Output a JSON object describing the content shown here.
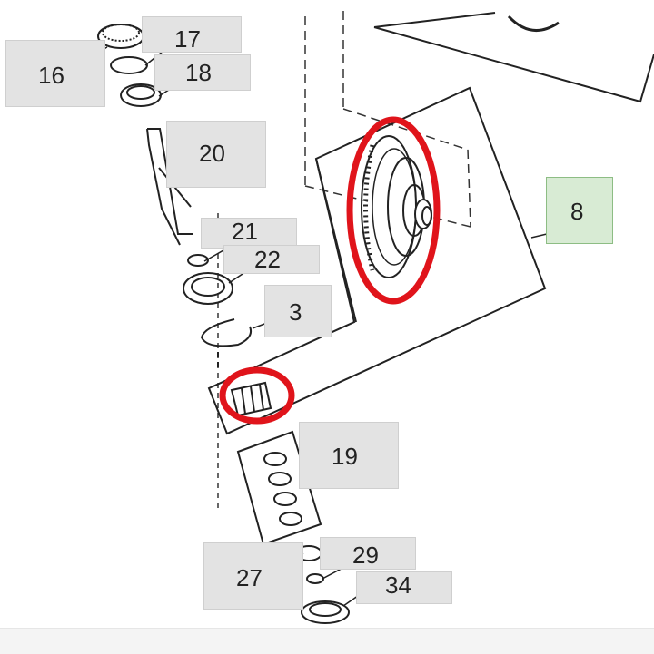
{
  "diagram": {
    "callouts": [
      {
        "id": "16",
        "text": "16"
      },
      {
        "id": "17",
        "text": "17"
      },
      {
        "id": "18",
        "text": "18"
      },
      {
        "id": "20",
        "text": "20"
      },
      {
        "id": "21",
        "text": "21"
      },
      {
        "id": "22",
        "text": "22"
      },
      {
        "id": "3",
        "text": "3"
      },
      {
        "id": "8",
        "text": "8"
      },
      {
        "id": "19",
        "text": "19"
      },
      {
        "id": "27",
        "text": "27"
      },
      {
        "id": "29",
        "text": "29"
      },
      {
        "id": "34",
        "text": "34"
      }
    ],
    "highlight_color": "#e0141b",
    "label_fill": "#e3e3e3",
    "selected_label_fill": "#d8ebd4"
  }
}
